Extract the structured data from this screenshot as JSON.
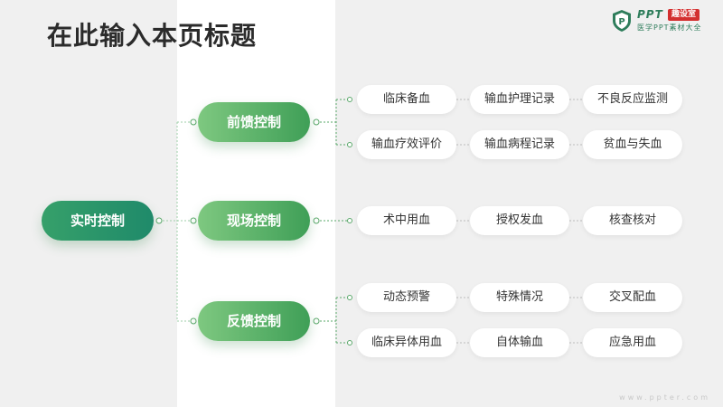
{
  "title": "在此输入本页标题",
  "logo": {
    "name": "PPT",
    "tag": "趣设室",
    "subtitle": "医学PPT素材大全"
  },
  "watermark": "www.ppter.com",
  "root": {
    "label": "实时控制"
  },
  "branches": [
    {
      "label": "前馈控制",
      "rows": [
        [
          "临床备血",
          "输血护理记录",
          "不良反应监测"
        ],
        [
          "输血疗效评价",
          "输血病程记录",
          "贫血与失血"
        ]
      ]
    },
    {
      "label": "现场控制",
      "rows": [
        [
          "术中用血",
          "授权发血",
          "核查核对"
        ]
      ]
    },
    {
      "label": "反馈控制",
      "rows": [
        [
          "动态预警",
          "特殊情况",
          "交叉配血"
        ],
        [
          "临床异体用血",
          "自体输血",
          "应急用血"
        ]
      ]
    }
  ],
  "colors": {
    "root_gradient": [
      "#36a06a",
      "#1f8a6a"
    ],
    "branch_gradient": [
      "#7ec880",
      "#3f9f57"
    ],
    "connector": "#5aa86a"
  }
}
